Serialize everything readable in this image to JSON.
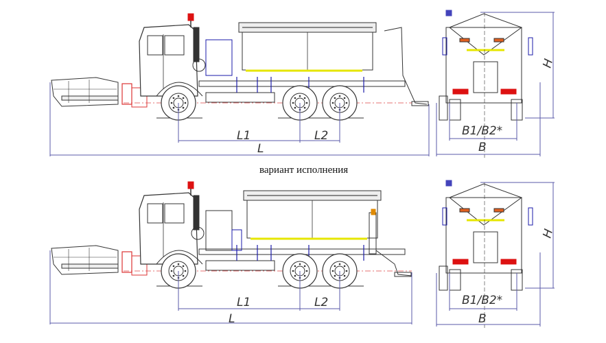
{
  "caption": "вариант исполнения",
  "views": [
    {
      "name": "main",
      "dims": {
        "l1": "L1",
        "l2": "L2",
        "l": "L",
        "b1b2": "B1/B2*",
        "b": "B",
        "h": "H"
      }
    },
    {
      "name": "variant",
      "dims": {
        "l1": "L1",
        "l2": "L2",
        "l": "L",
        "b1b2": "B1/B2*",
        "b": "B",
        "h": "H"
      }
    }
  ],
  "colors": {
    "line": "#333333",
    "dimension": "#5a5aa8",
    "hydraulic": "#1a1aa8",
    "beacon": "#dd1111",
    "plow_mount": "#dd3333",
    "stripe": "#e6e600",
    "axis": "#dd4444"
  }
}
